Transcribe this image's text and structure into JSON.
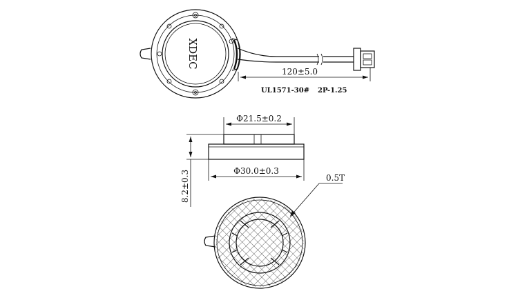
{
  "top_view": {
    "logo_text": "XDEC",
    "cable_length": "120±5.0",
    "wire_spec": "UL1571-30#",
    "connector_spec": "2P-1.25"
  },
  "side_view": {
    "inner_diameter": "Φ21.5±0.2",
    "outer_diameter": "Φ30.0±0.3",
    "height": "8.2±0.3"
  },
  "bottom_view": {
    "thickness_callout": "0.5T"
  }
}
